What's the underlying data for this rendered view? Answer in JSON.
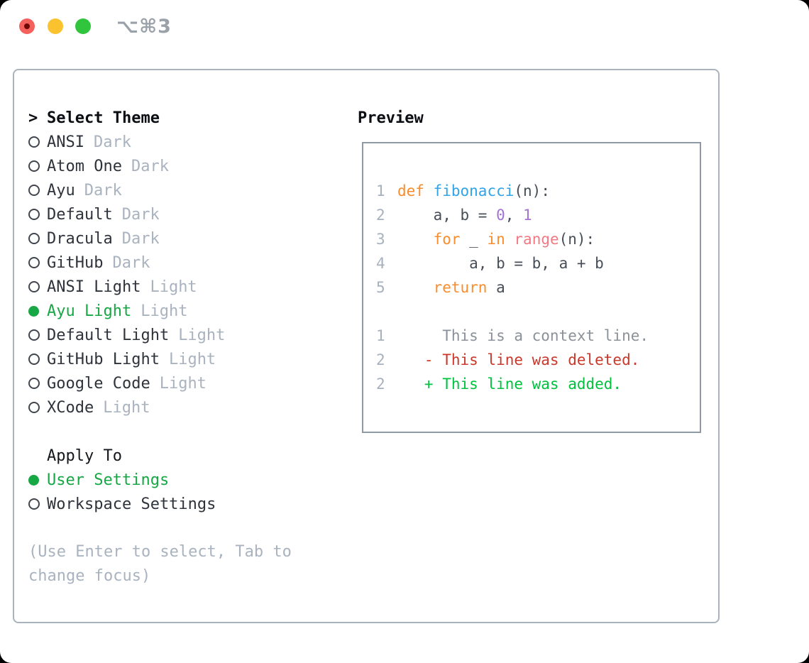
{
  "titlebar": {
    "shortcut": "⌥⌘3",
    "buttons": [
      "close",
      "minimize",
      "zoom"
    ]
  },
  "theme_panel": {
    "header": {
      "marker": ">",
      "label": "Select Theme"
    },
    "themes": [
      {
        "name": "ANSI",
        "variant": "Dark",
        "selected": false
      },
      {
        "name": "Atom One",
        "variant": "Dark",
        "selected": false
      },
      {
        "name": "Ayu",
        "variant": "Dark",
        "selected": false
      },
      {
        "name": "Default",
        "variant": "Dark",
        "selected": false
      },
      {
        "name": "Dracula",
        "variant": "Dark",
        "selected": false
      },
      {
        "name": "GitHub",
        "variant": "Dark",
        "selected": false
      },
      {
        "name": "ANSI Light",
        "variant": "Light",
        "selected": false
      },
      {
        "name": "Ayu Light",
        "variant": "Light",
        "selected": true
      },
      {
        "name": "Default Light",
        "variant": "Light",
        "selected": false
      },
      {
        "name": "GitHub Light",
        "variant": "Light",
        "selected": false
      },
      {
        "name": "Google Code",
        "variant": "Light",
        "selected": false
      },
      {
        "name": "XCode",
        "variant": "Light",
        "selected": false
      }
    ],
    "apply_to": {
      "label": "Apply To",
      "options": [
        {
          "name": "User Settings",
          "selected": true
        },
        {
          "name": "Workspace Settings",
          "selected": false
        }
      ]
    },
    "hint": "(Use Enter to select, Tab to change focus)"
  },
  "preview": {
    "label": "Preview",
    "lines": [
      {
        "num": "1",
        "tokens": [
          {
            "kind": "keyword",
            "text": "def"
          },
          {
            "kind": "plain",
            "text": " "
          },
          {
            "kind": "function",
            "text": "fibonacci"
          },
          {
            "kind": "plain",
            "text": "(n):"
          }
        ]
      },
      {
        "num": "2",
        "tokens": [
          {
            "kind": "plain",
            "text": "    a, b = "
          },
          {
            "kind": "number",
            "text": "0"
          },
          {
            "kind": "plain",
            "text": ", "
          },
          {
            "kind": "number",
            "text": "1"
          }
        ]
      },
      {
        "num": "3",
        "tokens": [
          {
            "kind": "plain",
            "text": "    "
          },
          {
            "kind": "keyword",
            "text": "for"
          },
          {
            "kind": "plain",
            "text": " _ "
          },
          {
            "kind": "keyword",
            "text": "in"
          },
          {
            "kind": "plain",
            "text": " "
          },
          {
            "kind": "call",
            "text": "range"
          },
          {
            "kind": "plain",
            "text": "(n):"
          }
        ]
      },
      {
        "num": "4",
        "tokens": [
          {
            "kind": "plain",
            "text": "        a, b = b, a + b"
          }
        ]
      },
      {
        "num": "5",
        "tokens": [
          {
            "kind": "plain",
            "text": "    "
          },
          {
            "kind": "keyword",
            "text": "return"
          },
          {
            "kind": "plain",
            "text": " a"
          }
        ]
      },
      {
        "num": "",
        "tokens": []
      },
      {
        "num": "1",
        "tokens": [
          {
            "kind": "context",
            "text": "     This is a context line."
          }
        ]
      },
      {
        "num": "2",
        "tokens": [
          {
            "kind": "deleted",
            "text": "   - This line was deleted."
          }
        ]
      },
      {
        "num": "2",
        "tokens": [
          {
            "kind": "added",
            "text": "   + This line was added."
          }
        ]
      }
    ]
  },
  "colors": {
    "accent_green": "#17a744",
    "diff_added": "#00c23f",
    "diff_deleted": "#c9382a",
    "syntax_keyword": "#f98d2e",
    "syntax_function": "#32a3e7",
    "syntax_number": "#a273d1",
    "syntax_call": "#f27983",
    "muted_text": "#a9b3bf",
    "traffic_red": "#f4605c",
    "traffic_yellow": "#f9c22e",
    "traffic_green": "#30c53c"
  }
}
